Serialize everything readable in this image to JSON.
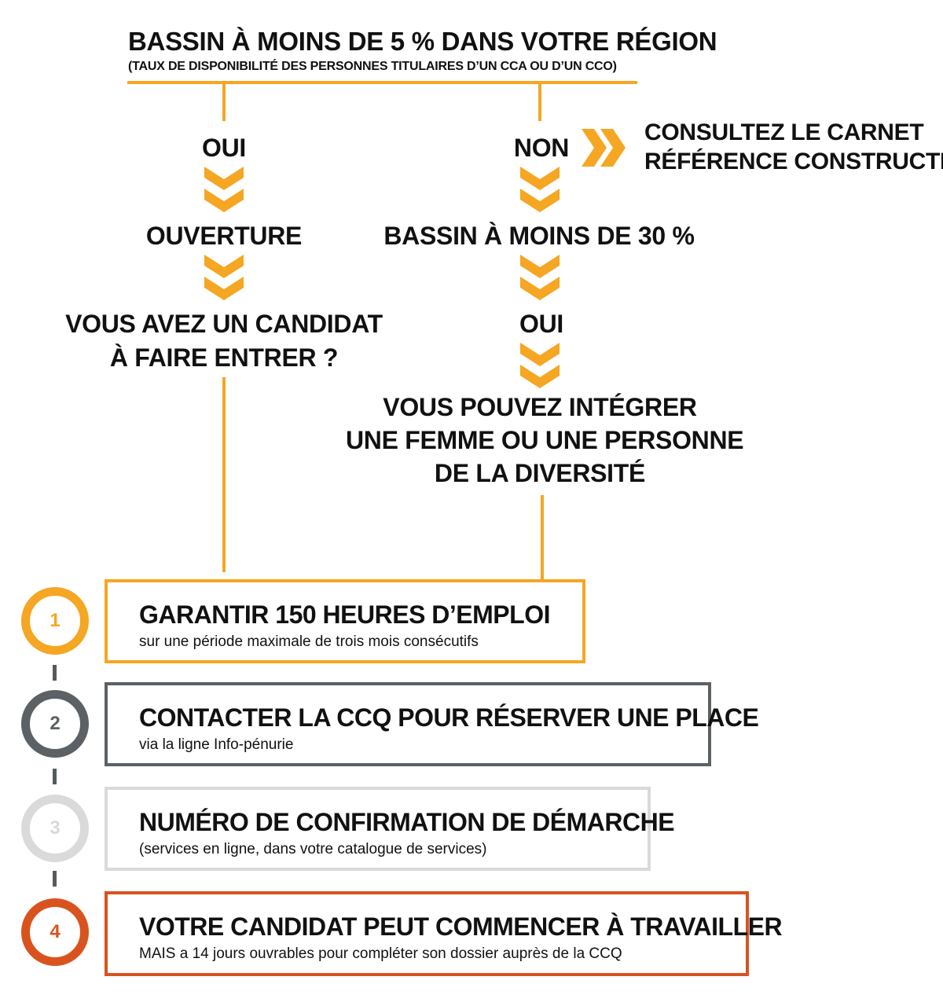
{
  "header": {
    "title": "BASSIN À MOINS DE 5 % DANS VOTRE RÉGION",
    "subtitle": "(TAUX DE DISPONIBILITÉ DES PERSONNES TITULAIRES D’UN CCA OU D’UN CCO)"
  },
  "left_branch": {
    "answer": "OUI",
    "step": "OUVERTURE",
    "question_line1": "VOUS AVEZ UN CANDIDAT",
    "question_line2": "À FAIRE ENTRER ?"
  },
  "right_branch": {
    "answer": "NON",
    "side_note_line1": "CONSULTEZ LE CARNET",
    "side_note_line2": "RÉFÉRENCE CONSTRUCTION",
    "step": "BASSIN À MOINS DE 30 %",
    "answer2": "OUI",
    "result_line1": "VOUS POUVEZ INTÉGRER",
    "result_line2": "UNE FEMME OU UNE PERSONNE",
    "result_line3": "DE LA DIVERSITÉ"
  },
  "steps": [
    {
      "number": "1",
      "title": "GARANTIR 150 HEURES D’EMPLOI",
      "subtitle": "sur une période maximale de trois mois consécutifs",
      "color": "#F5A623"
    },
    {
      "number": "2",
      "title": "CONTACTER LA CCQ POUR RÉSERVER UNE PLACE",
      "subtitle": "via la ligne Info-pénurie",
      "color": "#5B6164"
    },
    {
      "number": "3",
      "title": "NUMÉRO DE CONFIRMATION DE DÉMARCHE",
      "subtitle": "(services en ligne, dans votre catalogue de services)",
      "color": "#DADADA"
    },
    {
      "number": "4",
      "title": "VOTRE CANDIDAT PEUT COMMENCER À TRAVAILLER",
      "subtitle": "MAIS a 14 jours ouvrables pour compléter son dossier auprès de la CCQ",
      "color": "#D9531E"
    }
  ],
  "colors": {
    "accent": "#F5A623",
    "dark": "#5B6164",
    "light": "#DADADA",
    "red": "#D9531E"
  },
  "icons": [
    "double-chevron-down-icon",
    "double-chevron-right-icon"
  ]
}
